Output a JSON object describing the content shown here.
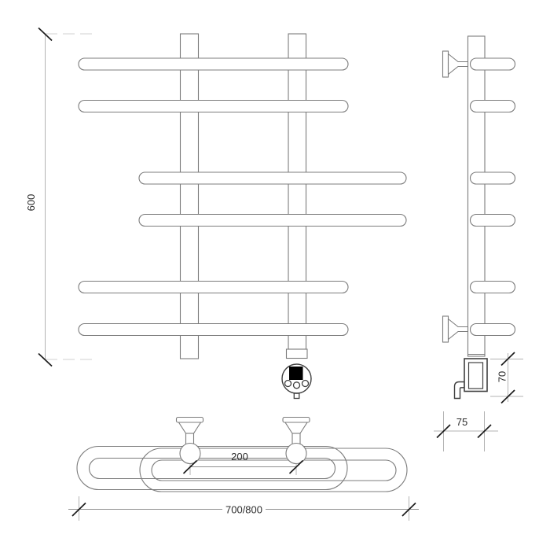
{
  "drawing": {
    "dim_height": "600",
    "dim_heater_height": "70",
    "dim_wall_distance": "75",
    "dim_post_spacing": "200",
    "dim_width": "700/800"
  },
  "colors": {
    "bg": "#ffffff",
    "line": "#7c7c7c",
    "dark": "#3f3f3f",
    "dim": "#b3b3b3",
    "ext": "#d0d0d0",
    "tick": "#1c1c1c",
    "text": "#2d2d2d",
    "display": "#000000"
  }
}
